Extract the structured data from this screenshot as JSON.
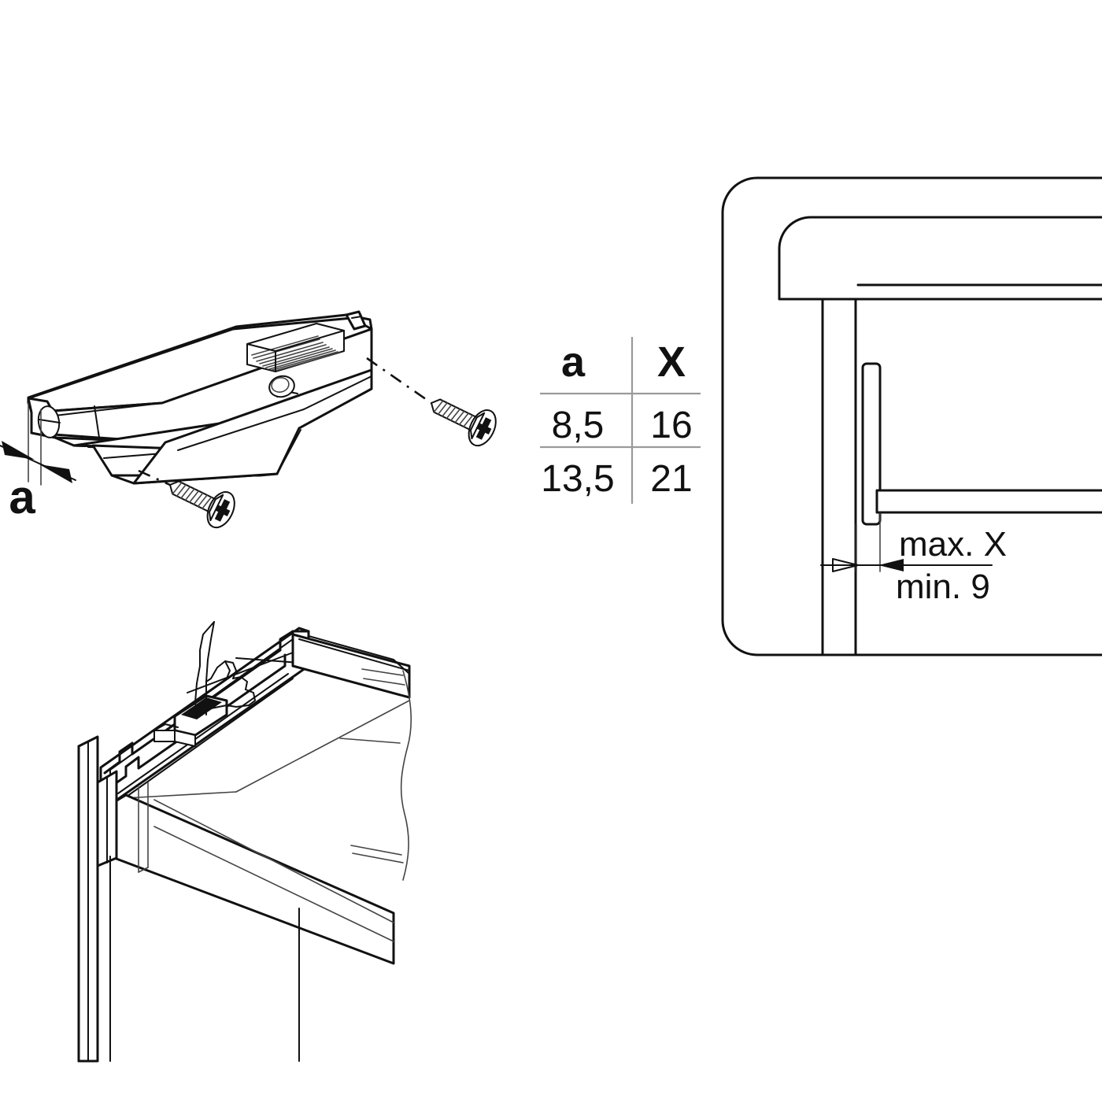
{
  "figure": {
    "title": "Drawer front bracket mounting instruction",
    "background": "#ffffff",
    "line_color": "#111111"
  },
  "table": {
    "headers": [
      "a",
      "X"
    ],
    "rows": [
      {
        "a": "8,5",
        "x": "16"
      },
      {
        "a": "13,5",
        "x": "21"
      }
    ]
  },
  "labels": {
    "a_dimension": "a",
    "max_x": "max. X",
    "min_9": "min.  9"
  },
  "views": {
    "bracket_detail": {
      "name": "bracket-with-screws",
      "parts": [
        "bracket-body",
        "louver-grille",
        "round-hole",
        "oval-end-hole",
        "screw-upper",
        "screw-lower"
      ]
    },
    "section_view": {
      "name": "cabinet-cross-section",
      "parts": [
        "outer-body",
        "inner-rounded-front",
        "vertical-panel",
        "bracket-bar",
        "shelf-rail",
        "dimension-line"
      ]
    },
    "assembly_view": {
      "name": "drawer-assembly-isometric",
      "parts": [
        "cabinet-side-panel",
        "drawer-back-rail",
        "clip-block",
        "pressing-hand",
        "drawer-box",
        "break-line"
      ]
    }
  },
  "icons": {
    "arrow_open": "open-arrowhead-icon",
    "arrow_filled": "filled-arrowhead-icon"
  }
}
